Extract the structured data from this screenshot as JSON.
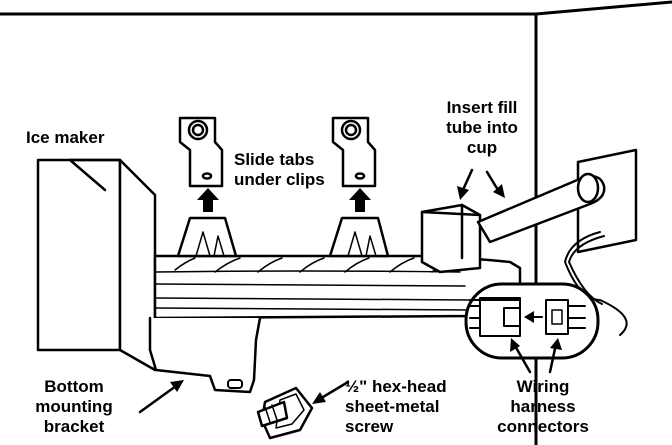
{
  "labels": {
    "ice_maker": "Ice maker",
    "slide_tabs": [
      "Slide tabs",
      "under clips"
    ],
    "fill_tube": [
      "Insert fill",
      "tube into",
      "cup"
    ],
    "bottom_bracket": [
      "Bottom",
      "mounting",
      "bracket"
    ],
    "screw": [
      "½\" hex-head",
      "sheet-metal",
      "screw"
    ],
    "wiring": [
      "Wiring",
      "harness",
      "connectors"
    ]
  }
}
